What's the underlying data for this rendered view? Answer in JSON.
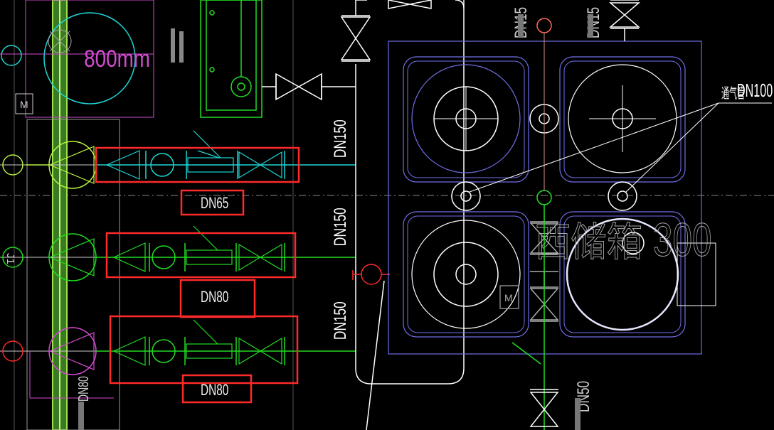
{
  "labels": {
    "dn150_top": "DN150",
    "dn150_mid": "DN150",
    "dn150_bot": "DN150",
    "dn65": "DN65",
    "dn80_a": "DN80",
    "dn80_b": "DN80",
    "dn80_left": "DN80",
    "dn50": "DN50",
    "dn15_a": "DN15",
    "dn15_b": "DN15",
    "dn100": "DN100",
    "vent_prefix": "通气管",
    "dia_800": "800mm",
    "big_300": "300",
    "big_fragment": "西储箱",
    "j1": "J1",
    "m_motor_top": "M",
    "m_motor_mid": "M"
  },
  "colors": {
    "background": "#000000",
    "white": "#ffffff",
    "green": "#22dd22",
    "cyan": "#1ed6d6",
    "magenta": "#d24bd2",
    "blue": "#6f6fe6",
    "red": "#ff2a2a",
    "yellowgreen": "#b8f044",
    "thickgreen": "#8ee04a",
    "grey": "#aaaaaa",
    "pink": "#d88a8a"
  }
}
